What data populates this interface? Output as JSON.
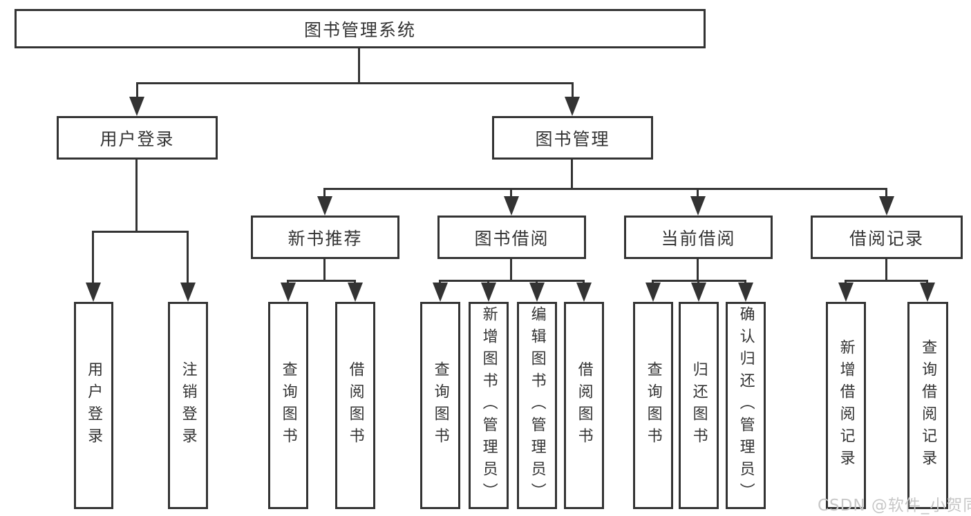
{
  "diagram_type": "functional-structure-tree",
  "colors": {
    "line": "#333333",
    "box_border": "#333333",
    "text": "#333333",
    "background": "#ffffff",
    "watermark": "#c7c7c7"
  },
  "tree": {
    "root": {
      "label": "图书管理系统"
    },
    "children": [
      {
        "label": "用户登录",
        "children": [
          {
            "label": "用户登录"
          },
          {
            "label": "注销登录"
          }
        ]
      },
      {
        "label": "图书管理",
        "children": [
          {
            "label": "新书推荐",
            "children": [
              {
                "label": "查询图书"
              },
              {
                "label": "借阅图书"
              }
            ]
          },
          {
            "label": "图书借阅",
            "children": [
              {
                "label": "查询图书"
              },
              {
                "label": "新增图书（管理员）"
              },
              {
                "label": "编辑图书（管理员）"
              },
              {
                "label": "借阅图书"
              }
            ]
          },
          {
            "label": "当前借阅",
            "children": [
              {
                "label": "查询图书"
              },
              {
                "label": "归还图书"
              },
              {
                "label": "确认归还（管理员）"
              }
            ]
          },
          {
            "label": "借阅记录",
            "children": [
              {
                "label": "新增借阅记录"
              },
              {
                "label": "查询借阅记录"
              }
            ]
          }
        ]
      }
    ]
  },
  "watermark": {
    "text": "CSDN @软件_小贺同学"
  }
}
